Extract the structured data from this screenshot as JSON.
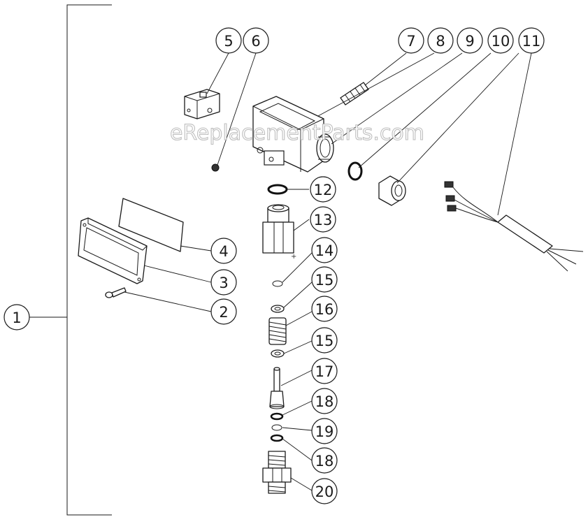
{
  "watermark": "eReplacementParts.com",
  "callouts": {
    "c1": "1",
    "c2": "2",
    "c3": "3",
    "c4": "4",
    "c5": "5",
    "c6": "6",
    "c7": "7",
    "c8": "8",
    "c9": "9",
    "c10": "10",
    "c11": "11",
    "c12": "12",
    "c13": "13",
    "c14": "14",
    "c15a": "15",
    "c15b": "15",
    "c16": "16",
    "c17": "17",
    "c18a": "18",
    "c19": "19",
    "c18b": "18",
    "c20": "20"
  },
  "colors": {
    "line": "#1a1a1a",
    "watermark_stroke": "#b8b8b8",
    "background": "#ffffff"
  }
}
